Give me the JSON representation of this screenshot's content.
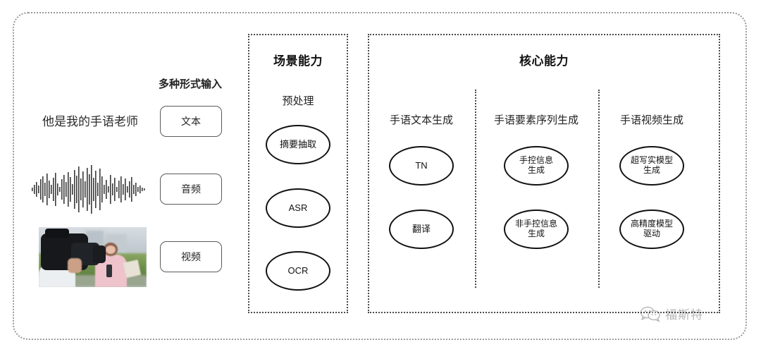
{
  "diagram": {
    "input_section": {
      "title": "多种形式输入",
      "sample_text": "他是我的手语老师",
      "chips": [
        {
          "label": "文本",
          "icon": "text-icon"
        },
        {
          "label": "音频",
          "icon": "waveform-icon"
        },
        {
          "label": "视频",
          "icon": "video-icon"
        }
      ],
      "waveform_name": "audio-waveform",
      "photo_name": "camera-operator-photo"
    },
    "scene_panel": {
      "title": "场景能力",
      "sub_label": "预处理",
      "nodes": [
        {
          "label": "摘要抽取"
        },
        {
          "label": "ASR"
        },
        {
          "label": "OCR"
        }
      ]
    },
    "core_panel": {
      "title": "核心能力",
      "columns": [
        {
          "label": "手语文本生成",
          "nodes": [
            {
              "label": "TN"
            },
            {
              "label": "翻译"
            }
          ]
        },
        {
          "label": "手语要素序列生成",
          "nodes": [
            {
              "label": "手控信息\n生成"
            },
            {
              "label": "非手控信息\n生成"
            }
          ]
        },
        {
          "label": "手语视频生成",
          "nodes": [
            {
              "label": "超写实模型\n生成"
            },
            {
              "label": "高精度模型\n驱动"
            }
          ]
        }
      ]
    },
    "watermark": {
      "text": "福斯特",
      "icon": "wechat-bubbles-icon"
    },
    "colors": {
      "frame_border": "#9a9a9a",
      "panel_border": "#4a4a4a",
      "node_border": "#111111",
      "text": "#1a1a1a",
      "background": "#ffffff"
    }
  }
}
